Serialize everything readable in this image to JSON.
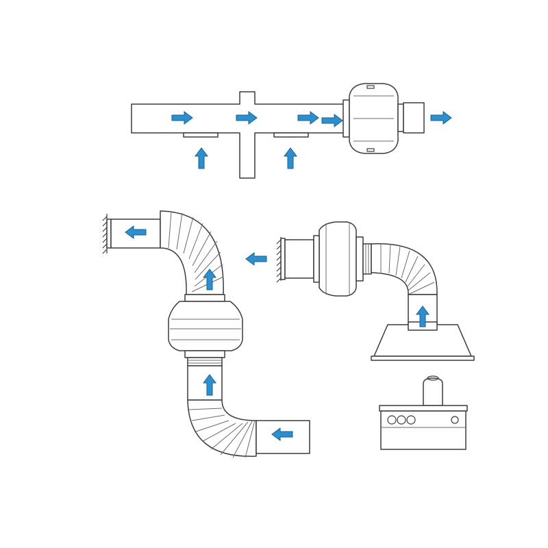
{
  "colors": {
    "arrow_fill": "#2b8fd0",
    "arrow_stroke": "#1b5f8c",
    "line": "#3a3a3a",
    "background": "#ffffff"
  },
  "icons": {
    "flow_arrow": "flow-arrow-icon",
    "inline_fan": "inline-duct-fan-icon",
    "exterior_grille": "wall-grille-icon",
    "kitchen_hood": "range-hood-icon",
    "stove": "stove-icon"
  },
  "diagrams": [
    {
      "name": "branch-duct-exhaust",
      "arrows": [
        "right",
        "right",
        "right",
        "right",
        "right",
        "up",
        "up"
      ]
    },
    {
      "name": "vertical-fan-elbow-duct",
      "arrows": [
        "left",
        "up",
        "up",
        "left"
      ]
    },
    {
      "name": "range-hood-exhaust",
      "arrows": [
        "left",
        "up"
      ]
    }
  ]
}
